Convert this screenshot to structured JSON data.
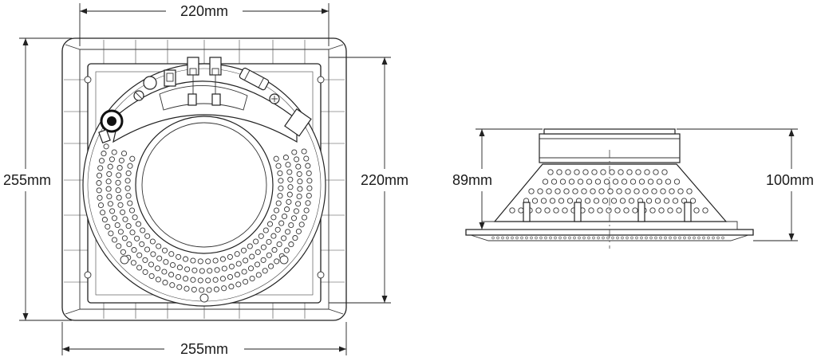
{
  "dimensions": {
    "top_width": "220mm",
    "bottom_width": "255mm",
    "left_height": "255mm",
    "right_height": "220mm",
    "side_inner_height": "89mm",
    "side_total_height": "100mm"
  },
  "colors": {
    "line": "#222222",
    "background": "#ffffff"
  }
}
